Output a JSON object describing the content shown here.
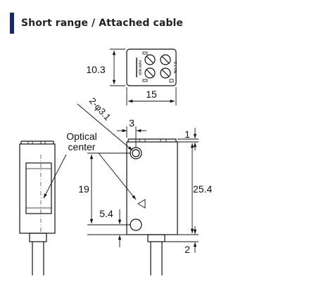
{
  "header": {
    "title": "Short range / Attached cable",
    "accent_color": "#1a2a66"
  },
  "dimensions": {
    "height_top": "10.3",
    "width_top": "15",
    "hole_spec": "2-φ3.1",
    "hole_offset": "3",
    "top_gap": "1",
    "hole_vertical": "19",
    "total_height": "25.4",
    "hole_bottom": "5.4",
    "cable_gap": "2"
  },
  "labels": {
    "optical_line1": "Optical",
    "optical_line2": "center"
  }
}
